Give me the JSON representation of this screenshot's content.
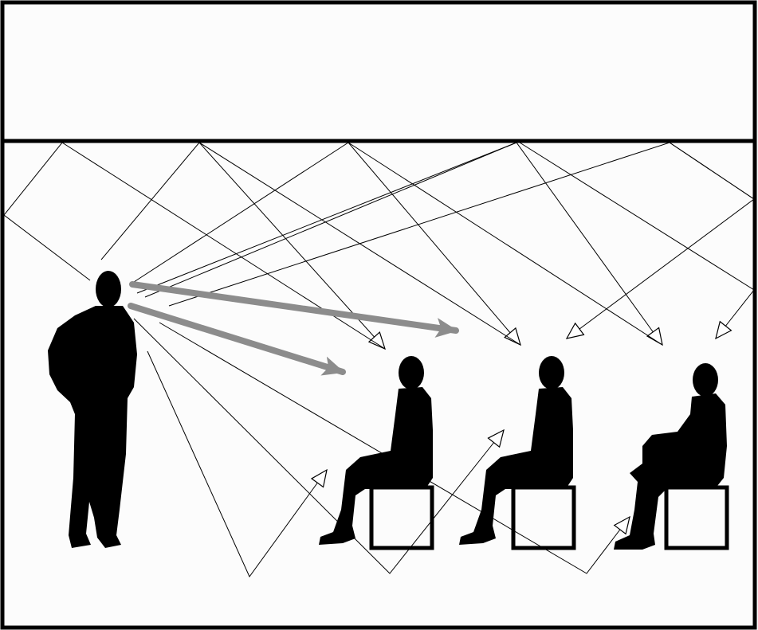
{
  "diagram": {
    "kind": "sound-reflection-illustration",
    "colors": {
      "background": "#fcfcfc",
      "outline": "#000000",
      "silhouette": "#000000",
      "direct_sound": "#8c8c8c",
      "reflection_line": "#000000",
      "arrowhead_fill": "#ffffff"
    },
    "figures": [
      {
        "role": "speaker",
        "pose": "standing"
      },
      {
        "role": "listener",
        "pose": "seated"
      },
      {
        "role": "listener",
        "pose": "seated"
      },
      {
        "role": "listener",
        "pose": "seated"
      }
    ],
    "direct_sound_paths": 2,
    "ceiling_reflection_paths": 8,
    "floor_reflection_paths": 3
  }
}
